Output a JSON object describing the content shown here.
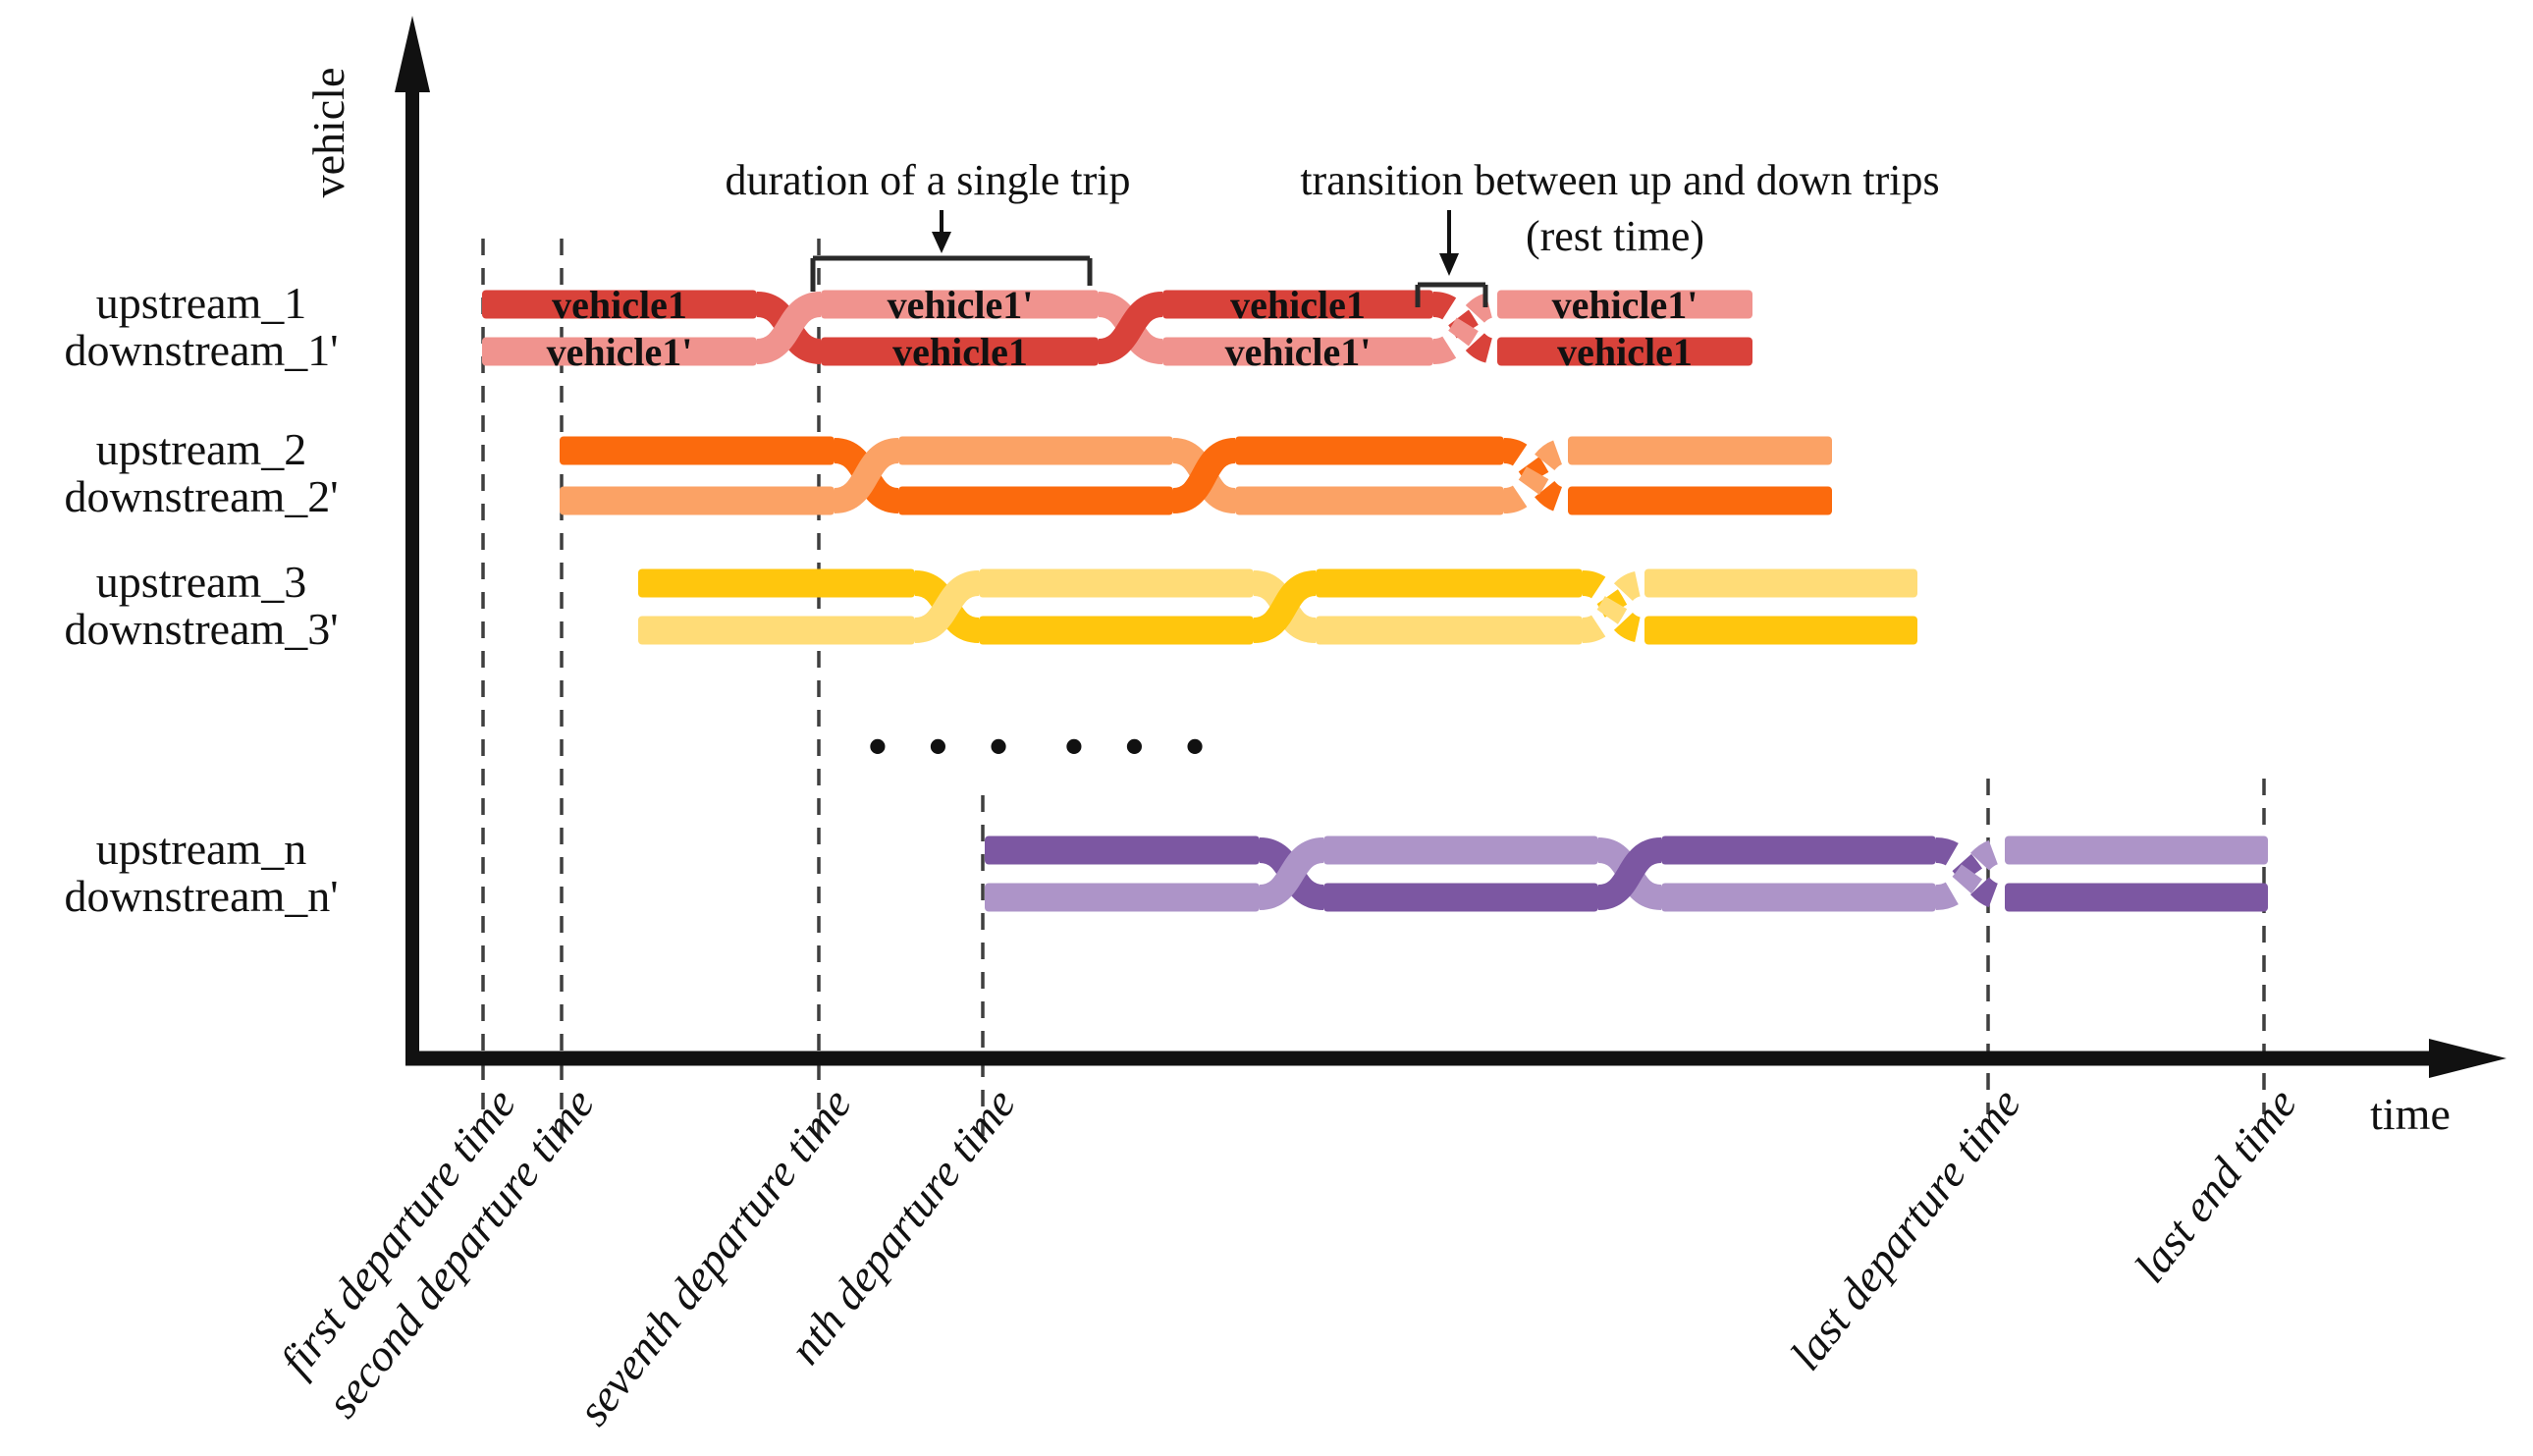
{
  "figure": {
    "y_axis_label": "vehicle",
    "x_axis_label": "time",
    "annotations": {
      "duration": "duration of a single trip",
      "transition_line1": "transition between up and down trips",
      "transition_line2": "(rest time)"
    },
    "ellipsis": "• • •",
    "rows": [
      {
        "upstream": "upstream_1",
        "downstream": "downstream_1'",
        "dark": "#d9423a",
        "light": "#f0938e",
        "top_texts": [
          "vehicle1",
          "vehicle1'",
          "vehicle1",
          "vehicle1'"
        ],
        "bottom_texts": [
          "vehicle1'",
          "vehicle1",
          "vehicle1'",
          "vehicle1"
        ]
      },
      {
        "upstream": "upstream_2",
        "downstream": "downstream_2'",
        "dark": "#fb6a0d",
        "light": "#fba265"
      },
      {
        "upstream": "upstream_3",
        "downstream": "downstream_3'",
        "dark": "#ffc60d",
        "light": "#ffdc77"
      },
      {
        "upstream": "upstream_n",
        "downstream": "downstream_n'",
        "dark": "#7c57a2",
        "light": "#ad94c8"
      }
    ],
    "time_ticks": [
      "first departure time",
      "second departure time",
      "seventh departure time",
      "nth departure time",
      "last departure time",
      "last end time"
    ]
  }
}
